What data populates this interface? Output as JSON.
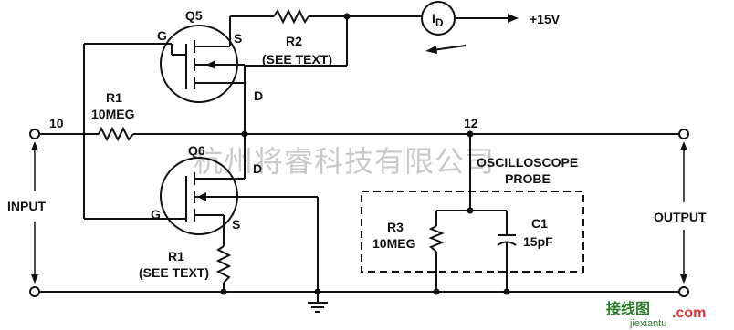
{
  "labels": {
    "q5": "Q5",
    "q6": "Q6",
    "gate_q5": "G",
    "gate_q6": "G",
    "source_q5": "S",
    "source_q6": "S",
    "drain_q5": "D",
    "drain_q6": "D",
    "r2": "R2",
    "r2_note": "(SEE TEXT)",
    "id_meter": "I",
    "id_sub": "D",
    "supply": "+15V",
    "r1_top": "R1",
    "r1_top_value": "10MEG",
    "node10": "10",
    "node12": "12",
    "r1_bottom": "R1",
    "r1_bottom_note": "(SEE TEXT)",
    "input": "INPUT",
    "output": "OUTPUT",
    "probe_title_1": "OSCILLOSCOPE",
    "probe_title_2": "PROBE",
    "r3": "R3",
    "r3_value": "10MEG",
    "c1": "C1",
    "c1_value": "15pF"
  },
  "watermark": {
    "text": "杭州将睿科技有限公司",
    "logo_cn": "接线图",
    "logo_en": "jiexiantu",
    "logo_com": ".com"
  }
}
